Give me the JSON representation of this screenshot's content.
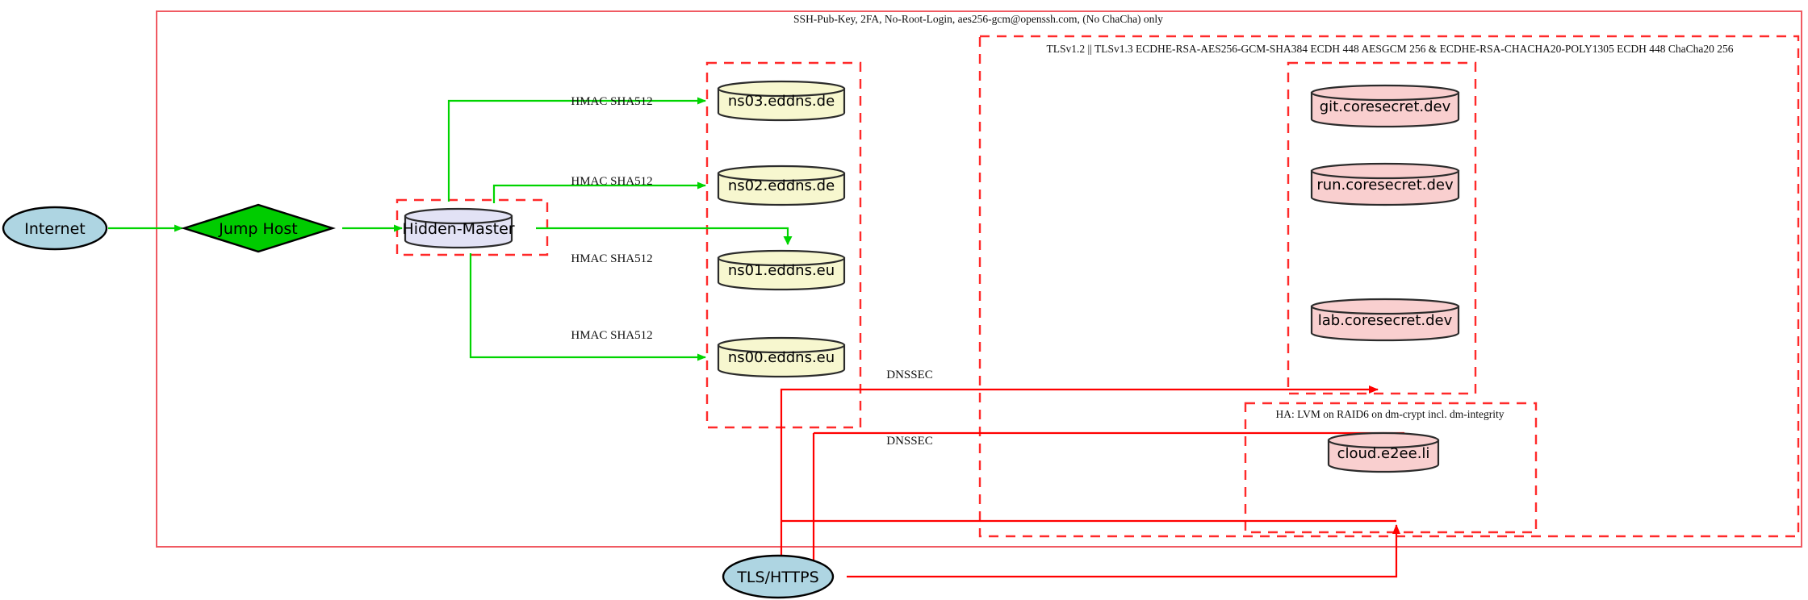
{
  "diagram": {
    "title_label": "SSH-Pub-Key, 2FA, No-Root-Login, aes256-gcm@openssh.com, (No ChaCha) only",
    "tls_label": "TLSv1.2 || TLSv1.3 ECDHE-RSA-AES256-GCM-SHA384 ECDH 448 AESGCM 256 & ECDHE-RSA-CHACHA20-POLY1305 ECDH 448 ChaCha20 256",
    "ha_label": "HA: LVM on RAID6 on dm-crypt incl. dm-integrity"
  },
  "nodes": {
    "internet": "Internet",
    "jump_host": "Jump Host",
    "hidden_master": "Hidden-Master",
    "ns03": "ns03.eddns.de",
    "ns02": "ns02.eddns.de",
    "ns01": "ns01.eddns.eu",
    "ns00": "ns00.eddns.eu",
    "git": "git.coresecret.dev",
    "run": "run.coresecret.dev",
    "lab": "lab.coresecret.dev",
    "cloud": "cloud.e2ee.li",
    "tls_https": "TLS/HTTPS"
  },
  "edges": {
    "hmac_ns03": "HMAC SHA512",
    "hmac_ns02": "HMAC SHA512",
    "hmac_ns01": "HMAC SHA512",
    "hmac_ns00": "HMAC SHA512",
    "dnssec_upper": "DNSSEC",
    "dnssec_lower": "DNSSEC"
  },
  "colors": {
    "green_edge": "#00d400",
    "red_edge": "#ff0000",
    "red_boundary": "#f05a62",
    "red_dashed": "#ff2a2a",
    "yellow_node": "#f7f7cf",
    "pink_node": "#f9cfcf",
    "lavender_node": "#e2e2f5",
    "blue_node": "#aed5e2",
    "green_node": "#00cc00"
  }
}
